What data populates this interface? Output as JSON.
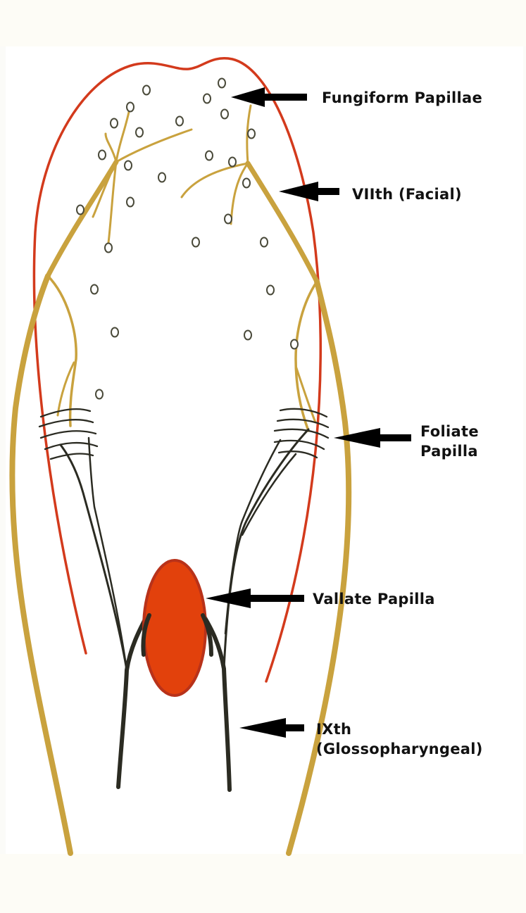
{
  "labels": {
    "fungiform": "Fungiform Papillae",
    "facial": "VIIth (Facial)",
    "foliate_line1": "Foliate",
    "foliate_line2": "Papilla",
    "vallate": "Vallate Papilla",
    "glosso_line1": "IXth",
    "glosso_line2": "(Glossopharyngeal)"
  },
  "colors": {
    "tongue_outline": "#d33a1c",
    "facial_nerve": "#c9a23e",
    "glosso_nerve": "#2b2b22",
    "vallate_fill": "#e2410c",
    "vallate_stroke": "#b8321a",
    "arrow": "#000000"
  }
}
